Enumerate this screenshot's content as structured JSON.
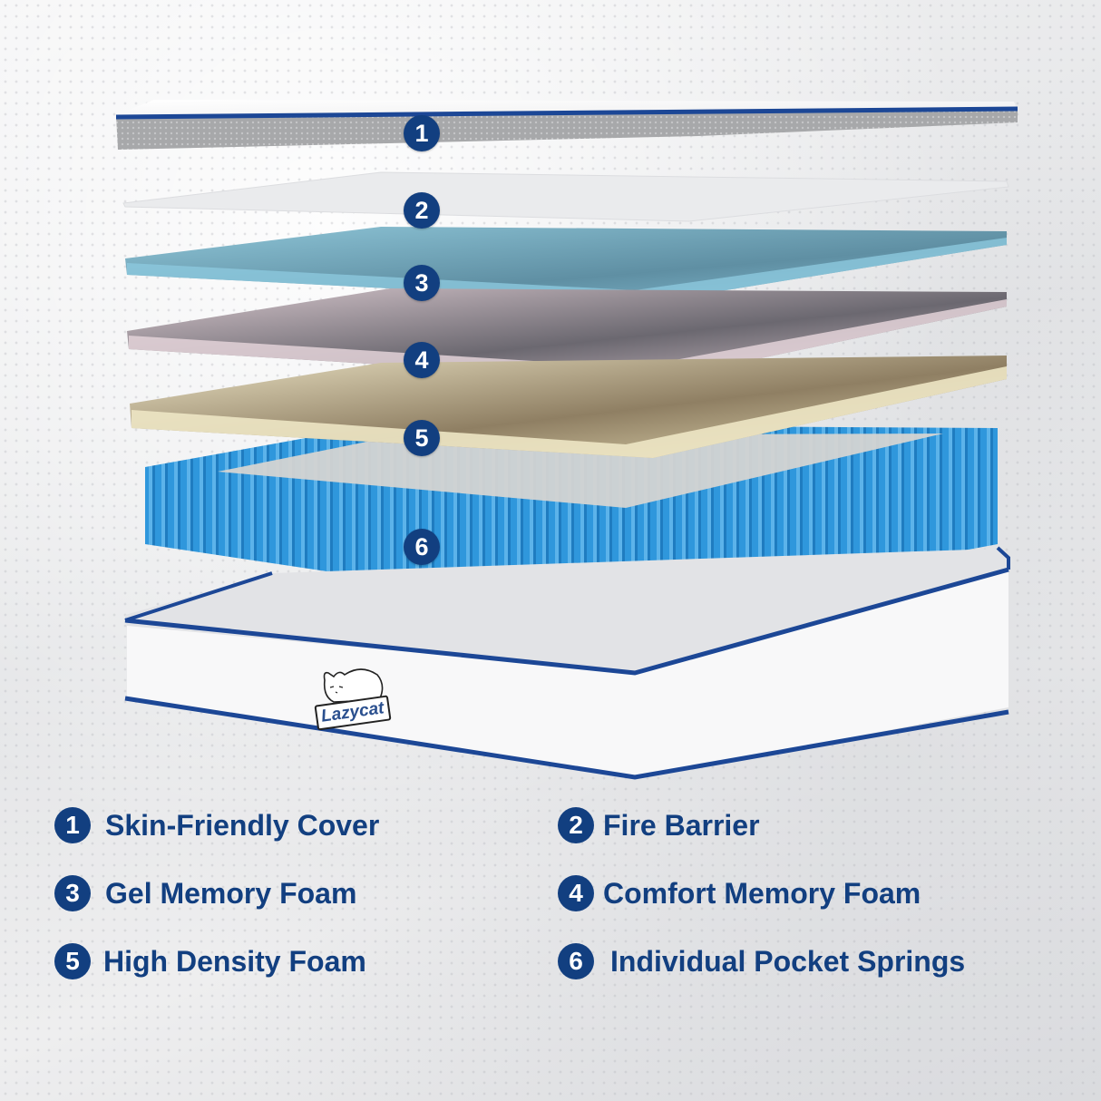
{
  "brand": {
    "name": "Lazycat"
  },
  "colors": {
    "accent_navy": "#123f80",
    "cover_gray": "#a9aaac",
    "fire_barrier": "#e7e8ea",
    "gel_foam": "#7fb9cf",
    "comfort_foam": "#d9c8cf",
    "density_foam": "#e8e0bf",
    "springs": "#2a93d8",
    "base_white": "#f7f7f8"
  },
  "layers": [
    {
      "number": "1",
      "label": "Skin-Friendly Cover"
    },
    {
      "number": "2",
      "label": "Fire Barrier"
    },
    {
      "number": "3",
      "label": "Gel Memory Foam"
    },
    {
      "number": "4",
      "label": "Comfort Memory Foam"
    },
    {
      "number": "5",
      "label": "High Density Foam"
    },
    {
      "number": "6",
      "label": "Individual Pocket Springs"
    }
  ]
}
